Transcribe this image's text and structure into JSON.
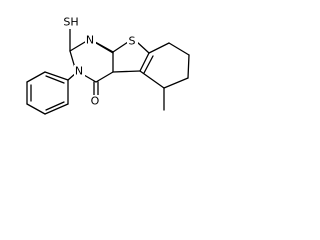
{
  "molecule": {
    "atoms": {
      "thione_sulfur": "SH",
      "pyrimidine_n1": "N",
      "pyrimidine_n3": "N",
      "thiophene_sulfur": "S",
      "carbonyl_oxygen": "O"
    }
  }
}
